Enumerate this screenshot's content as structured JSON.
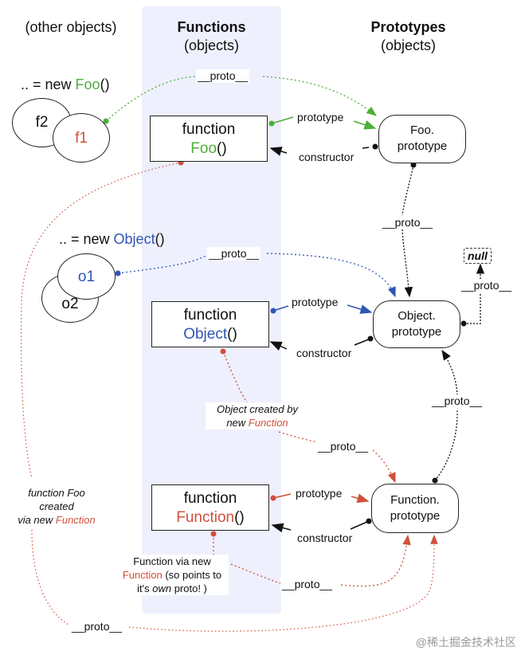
{
  "headers": {
    "other": "(other objects)",
    "functions_title": "Functions",
    "functions_sub": "(objects)",
    "prototypes_title": "Prototypes",
    "prototypes_sub": "(objects)"
  },
  "instances": {
    "foo_prefix": ".. = new ",
    "foo_name": "Foo",
    "foo_suffix": "()",
    "f1": "f1",
    "f2": "f2",
    "object_prefix": ".. = new ",
    "object_name": "Object",
    "object_suffix": "()",
    "o1": "o1",
    "o2": "o2"
  },
  "functions": {
    "foo": {
      "keyword": "function",
      "name": "Foo",
      "parens": "()"
    },
    "object": {
      "keyword": "function",
      "name": "Object",
      "parens": "()"
    },
    "function": {
      "keyword": "function",
      "name": "Function",
      "parens": "()"
    }
  },
  "prototypes": {
    "foo": {
      "line1": "Foo.",
      "line2": "prototype"
    },
    "object": {
      "line1": "Object.",
      "line2": "prototype"
    },
    "function": {
      "line1": "Function.",
      "line2": "prototype"
    },
    "null": "null"
  },
  "edge_labels": {
    "proto": "__proto__",
    "prototype": "prototype",
    "constructor": "constructor"
  },
  "notes": {
    "object_created_line1": "Object created by",
    "object_created_new": "new ",
    "object_created_fn": "Function",
    "foo_created_line1": "function Foo",
    "foo_created_line2": "created",
    "foo_created_line3_prefix": "via new ",
    "foo_created_line3_fn": "Function",
    "function_via_line1": "Function via new",
    "function_via_fn": "Function",
    "function_via_line2_rest": " (so points to",
    "function_via_line3_prefix": "it's ",
    "function_via_line3_em": "own",
    "function_via_line3_suffix": " proto! )"
  },
  "colors": {
    "foo": "#4caf3a",
    "object": "#2f55b5",
    "function": "#d0503a",
    "column_bg": "#eef0fd"
  },
  "watermark": "@稀土掘金技术社区"
}
